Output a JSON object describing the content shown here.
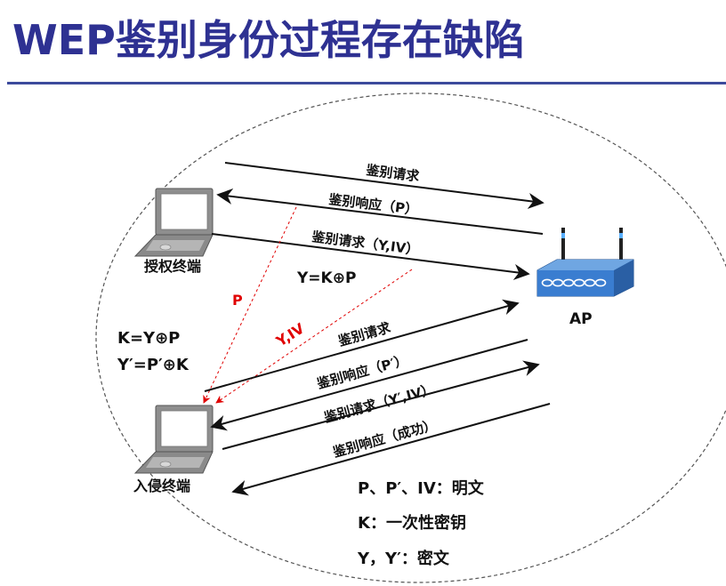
{
  "title": "WEP鉴别身份过程存在缺陷",
  "nodes": {
    "authorized_terminal": "授权终端",
    "intruder_terminal": "入侵终端",
    "access_point": "AP"
  },
  "messages": {
    "auth_request_1": "鉴别请求",
    "auth_response_p": "鉴别响应（P）",
    "auth_request_y_iv": "鉴别请求（Y,IV）",
    "auth_request_2": "鉴别请求",
    "auth_response_p_prime": "鉴别响应（P′）",
    "auth_request_y_prime_iv": "鉴别请求（Y′,IV）",
    "auth_response_success": "鉴别响应（成功）"
  },
  "eavesdrop": {
    "p": "P",
    "y_iv": "Y,IV"
  },
  "formulas": {
    "y_eq": "Y=K⊕P",
    "k_eq": "K=Y⊕P",
    "y_prime_eq": "Y′=P′⊕K"
  },
  "legend": {
    "plaintext": "P、P′、IV：明文",
    "key": "K：一次性密钥",
    "ciphertext": "Y，Y′：密文"
  },
  "colors": {
    "title": "#2e3192",
    "eavesdrop": "#e00000",
    "ap_body": "#3b78c4"
  }
}
